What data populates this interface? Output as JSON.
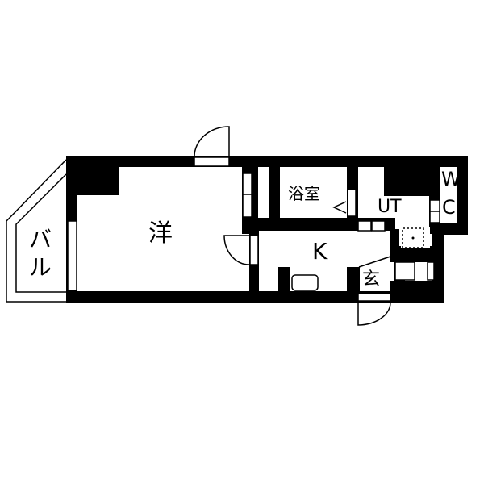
{
  "floorplan": {
    "rooms": {
      "western": {
        "label": "洋"
      },
      "balcony": {
        "label_line1": "バ",
        "label_line2": "ル"
      },
      "bath": {
        "label": "浴室"
      },
      "utility": {
        "label": "UT"
      },
      "wc": {
        "label_line1": "W",
        "label_line2": "C"
      },
      "kitchen": {
        "label": "K"
      },
      "entrance": {
        "label": "玄"
      }
    },
    "colors": {
      "wall": "#000000",
      "background": "#ffffff"
    }
  }
}
